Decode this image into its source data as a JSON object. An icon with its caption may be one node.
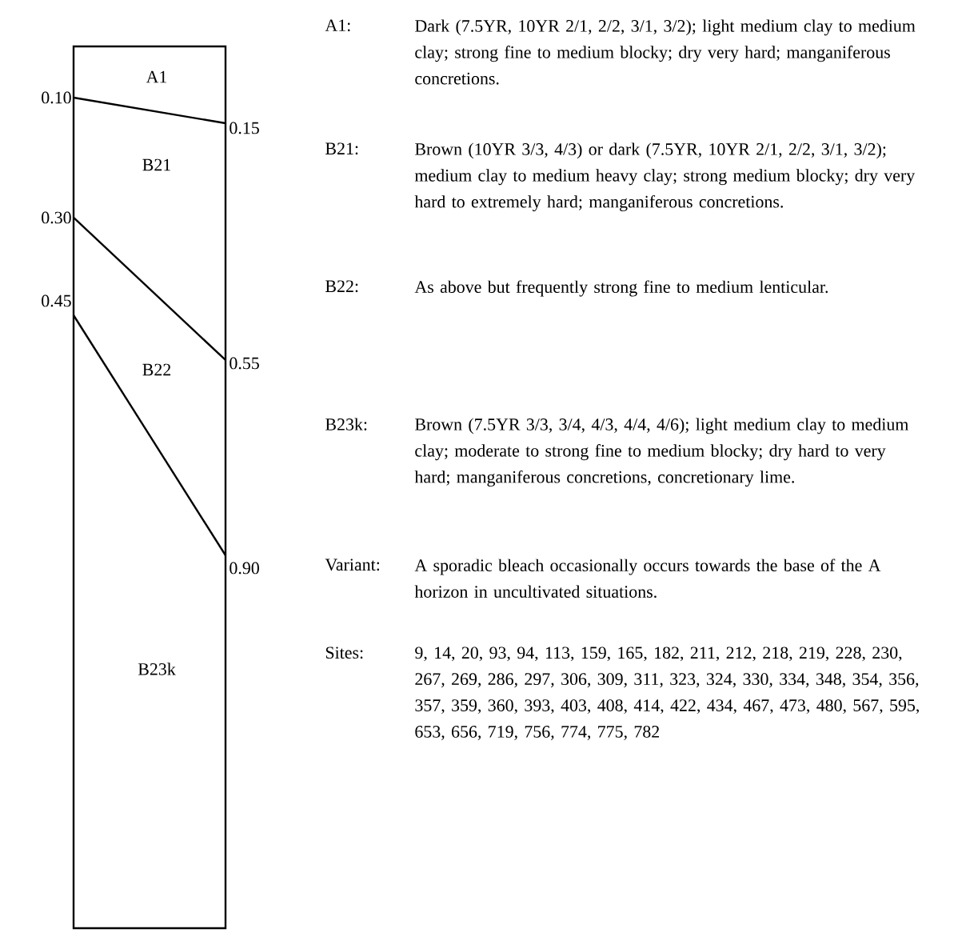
{
  "diagram": {
    "nodes": [
      {
        "text": [
          "A1",
          "B21",
          "B22",
          "B23k"
        ]
      }
    ],
    "labels": [
      "0.10",
      "0.15",
      "0.30",
      "0.45",
      "0.55",
      "0.90",
      "A1:",
      "Dark (7.5YR, 10YR 2/1, 2/2, 3/1, 3/2); light medium clay to medium clay; strong fine to medium blocky; dry very hard; manganiferous concretions.",
      "B21:",
      "Brown (10YR 3/3, 4/3) or dark (7.5YR, 10YR 2/1, 2/2, 3/1, 3/2); medium clay to medium heavy clay; strong medium blocky; dry very hard to extremely hard; manganiferous concretions.",
      "B22:",
      "As above but frequently strong fine to medium lenticular.",
      "B23k:",
      "Brown (7.5YR 3/3, 3/4, 4/3, 4/4, 4/6); light medium clay to medium clay; moderate to strong fine to medium blocky; dry hard to very hard; manganiferous concretions, concretionary lime.",
      "Variant:",
      "A sporadic bleach occasionally occurs towards the base of the A horizon in uncultivated situations.",
      "Sites:",
      "9, 14, 20, 93, 94, 113, 159, 165, 182, 211, 212, 218, 219, 228, 230, 267, 269, 286, 297, 306, 309, 311, 323, 324, 330, 334, 348, 354, 356, 357, 359, 360, 393, 403, 408, 414, 422, 434, 467, 473, 480, 567, 595, 653, 656, 719, 756, 774, 775, 782"
    ]
  }
}
